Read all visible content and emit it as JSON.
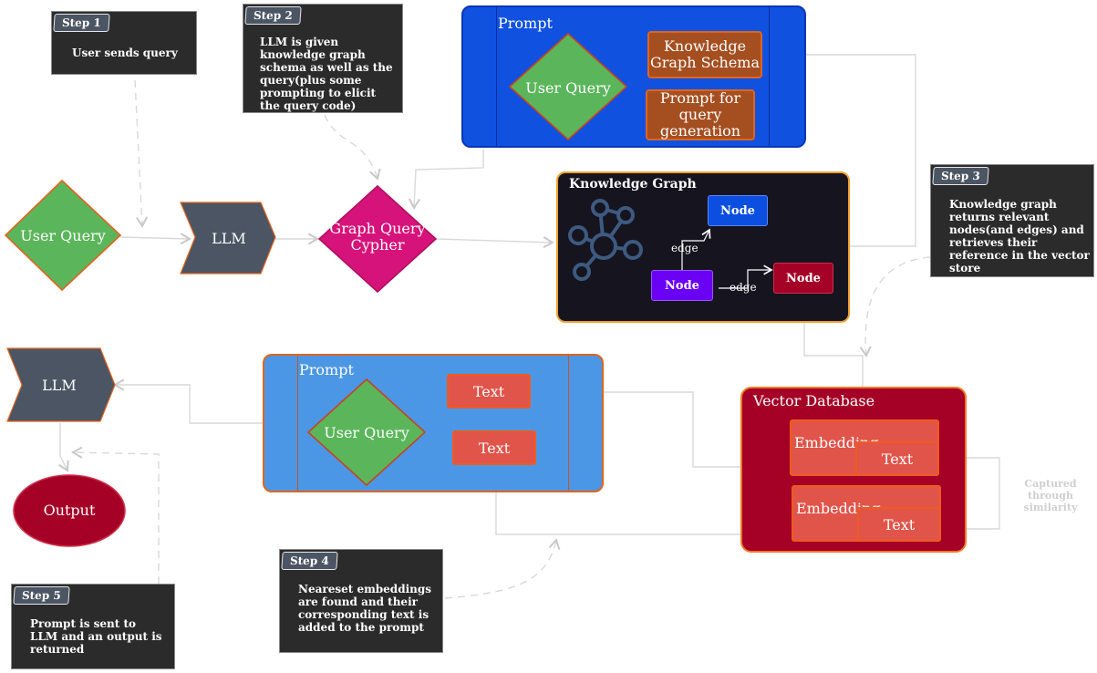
{
  "steps": {
    "s1": {
      "tag": "Step 1",
      "text": "User sends query"
    },
    "s2": {
      "tag": "Step 2",
      "text": "LLM is given knowledge graph schema as well as the query(plus some prompting to elicit the query code)"
    },
    "s3": {
      "tag": "Step 3",
      "text": "Knowledge graph returns relevant nodes(and edges) and retrieves their reference in the vector store"
    },
    "s4": {
      "tag": "Step 4",
      "text": "Neareset embeddings are found and their corresponding text is added to the prompt"
    },
    "s5": {
      "tag": "Step 5",
      "text": "Prompt is sent to LLM and an output is returned"
    }
  },
  "top_prompt": {
    "title": "Prompt",
    "user_query": "User Query",
    "schema": "Knowledge Graph Schema",
    "prompt_for_query": "Prompt for query generation"
  },
  "flow": {
    "user_query": "User Query",
    "llm1": "LLM",
    "graph_query": "Graph Query Cypher",
    "llm2": "LLM",
    "output": "Output"
  },
  "knowledge_graph": {
    "title": "Knowledge Graph",
    "node_top": "Node",
    "node_left": "Node",
    "node_right": "Node",
    "edge1": "edge",
    "edge2": "edge"
  },
  "bottom_prompt": {
    "title": "Prompt",
    "user_query": "User Query",
    "text1": "Text",
    "text2": "Text"
  },
  "vector_db": {
    "title": "Vector Database",
    "emb1": "Embedding",
    "text1": "Text",
    "emb2": "Embedding",
    "text2": "Text",
    "similarity": "Captured through similarity"
  },
  "colors": {
    "note_bg": "#2b2b2b",
    "prompt_top": "#1151e0",
    "prompt_bottom": "#4c97e5",
    "kg_bg": "#16141f",
    "vector_db": "#a50026",
    "green": "#5bb65b",
    "magenta": "#d6137a",
    "slate": "#4b5563",
    "output": "#a50026"
  }
}
